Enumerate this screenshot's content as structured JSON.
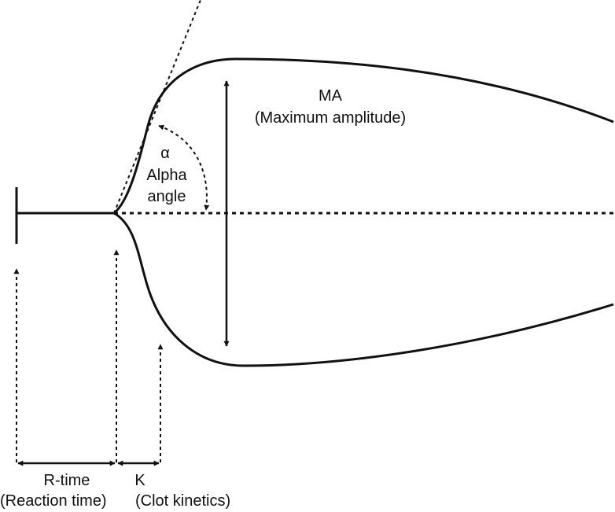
{
  "labels": {
    "ma": "MA",
    "ma_full": "(Maximum amplitude)",
    "alpha_symbol": "α",
    "alpha_line1": "Alpha",
    "alpha_line2": "angle",
    "r_time": "R-time",
    "r_time_full": "(Reaction time)",
    "k": "K",
    "k_full": "(Clot kinetics)"
  },
  "colors": {
    "ink": "#111111",
    "background": "#ffffff"
  }
}
